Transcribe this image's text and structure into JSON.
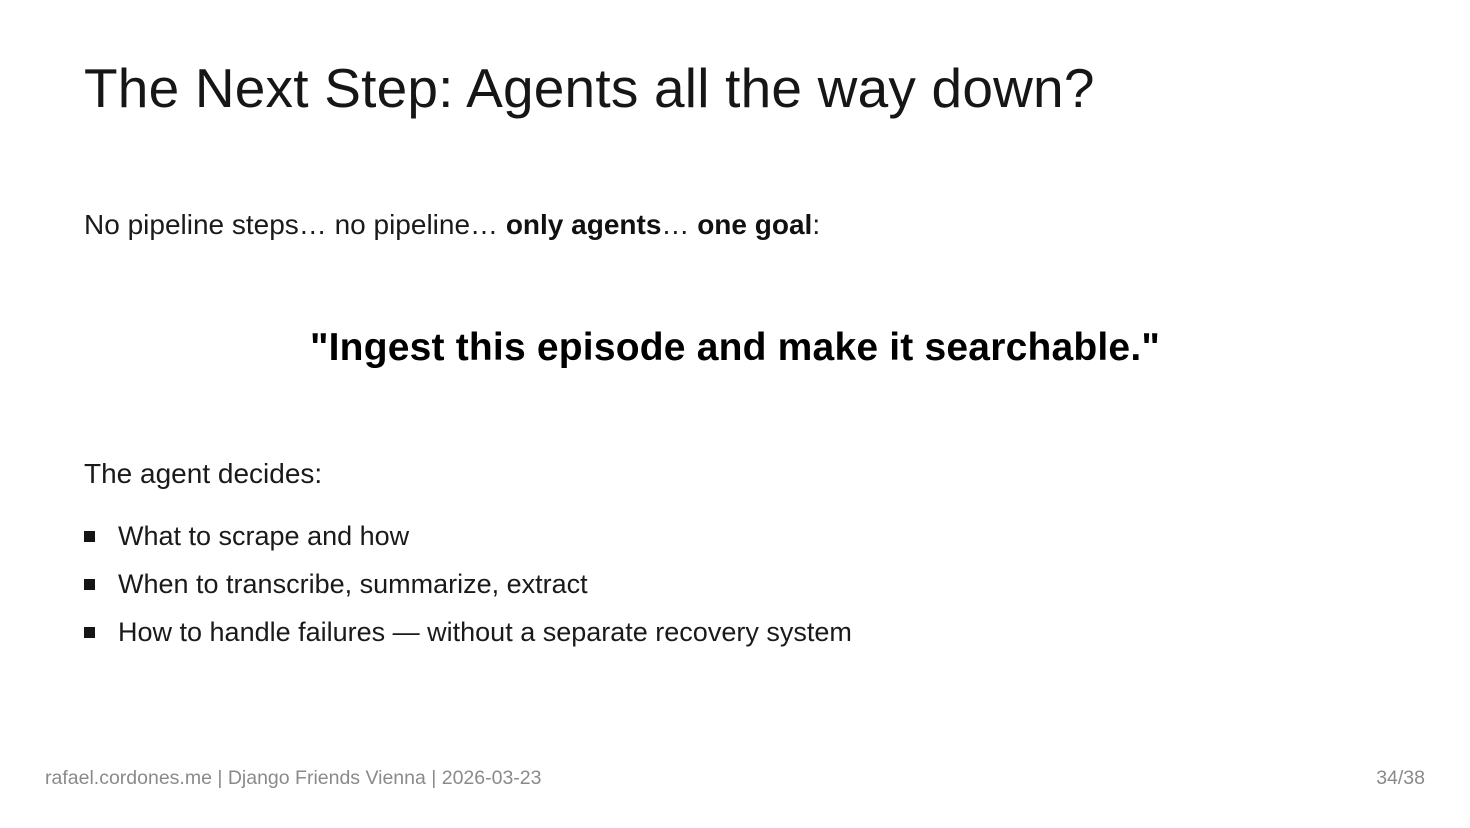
{
  "slide": {
    "title": "The Next Step: Agents all the way down?",
    "intro": {
      "part1": "No pipeline steps… no pipeline… ",
      "bold1": "only agents",
      "part2": "… ",
      "bold2": "one goal",
      "part3": ":"
    },
    "quote": "\"Ingest this episode and make it searchable.\"",
    "decides_heading": "The agent decides:",
    "bullets": [
      "What to scrape and how",
      "When to transcribe, summarize, extract",
      "How to handle failures — without a separate recovery system"
    ]
  },
  "footer": {
    "left": "rafael.cordones.me | Django Friends Vienna | 2026-03-23",
    "page": "34/38"
  },
  "colors": {
    "background": "#ffffff",
    "text": "#1a1a1a",
    "quote_text": "#000000",
    "muted_footer": "#8a8a8a"
  }
}
